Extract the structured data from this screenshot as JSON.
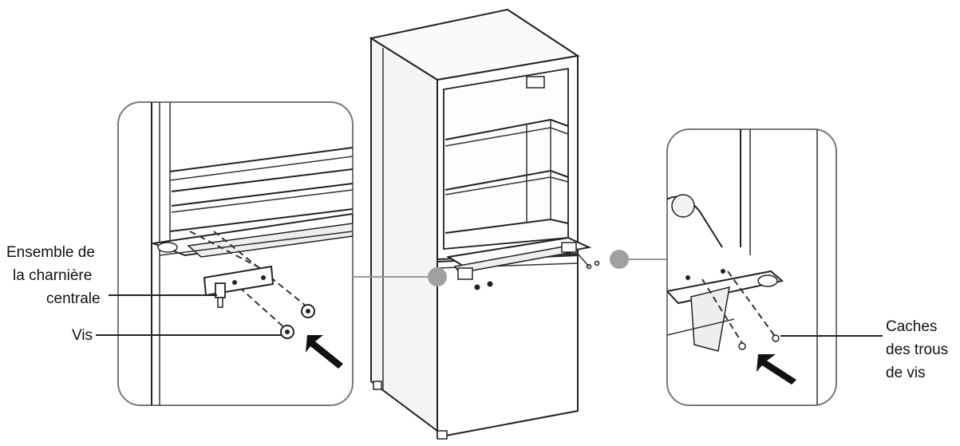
{
  "labels": {
    "hinge_line1": "Ensemble de",
    "hinge_line2": "la charnière",
    "hinge_line3": "centrale",
    "screw": "Vis",
    "covers_line1": "Caches",
    "covers_line2": "des trous",
    "covers_line3": "de vis"
  }
}
